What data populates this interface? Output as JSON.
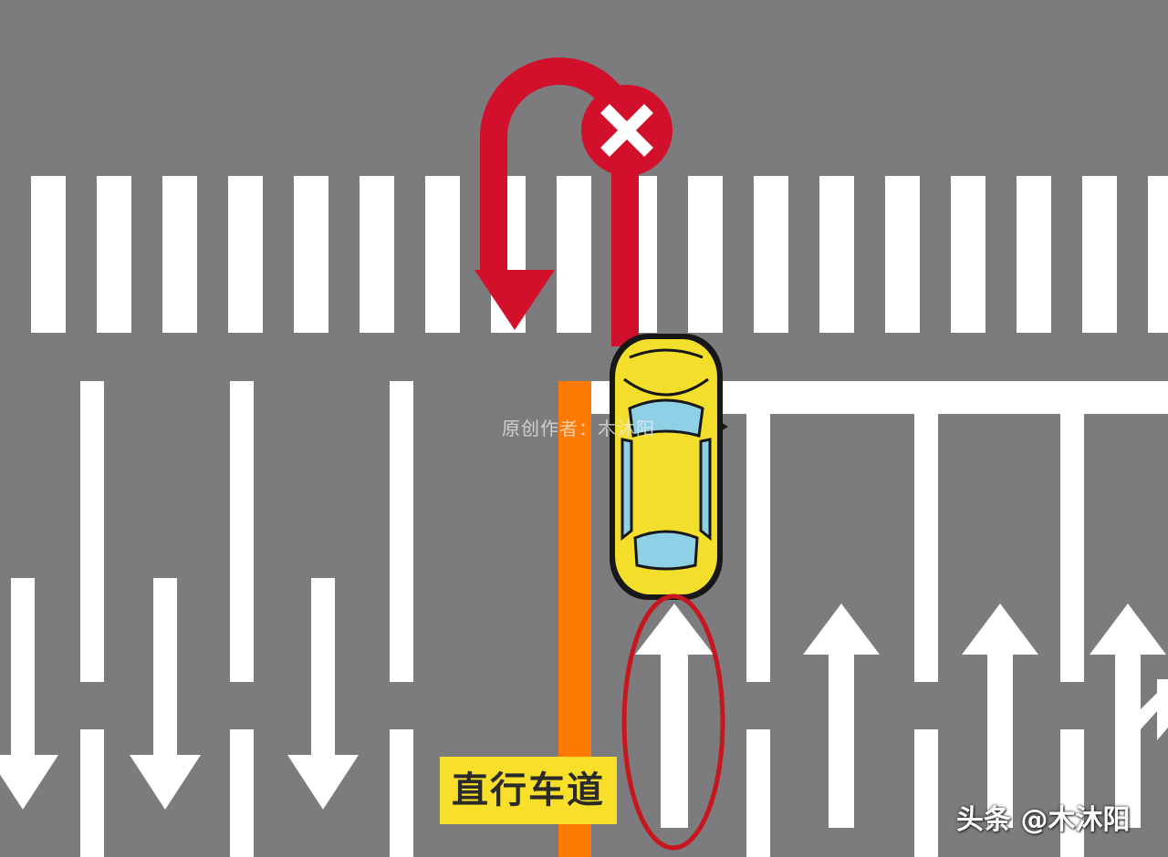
{
  "watermark": "原创作者：木沐阳",
  "lane_label": "直行车道",
  "source_tag": "头条 @木沐阳",
  "icons": {
    "forbidden": "x-circle-icon",
    "u_turn": "u-turn-arrow-icon",
    "car": "car-top-view-icon"
  },
  "colors": {
    "road": "#7c7b7d",
    "marking": "#ffffff",
    "u_turn_arrow": "#d3102b",
    "center_line": "#ff7a00",
    "car": "#f3de2c",
    "highlight_ellipse": "#c8161f",
    "label_background": "#f7df2a"
  }
}
